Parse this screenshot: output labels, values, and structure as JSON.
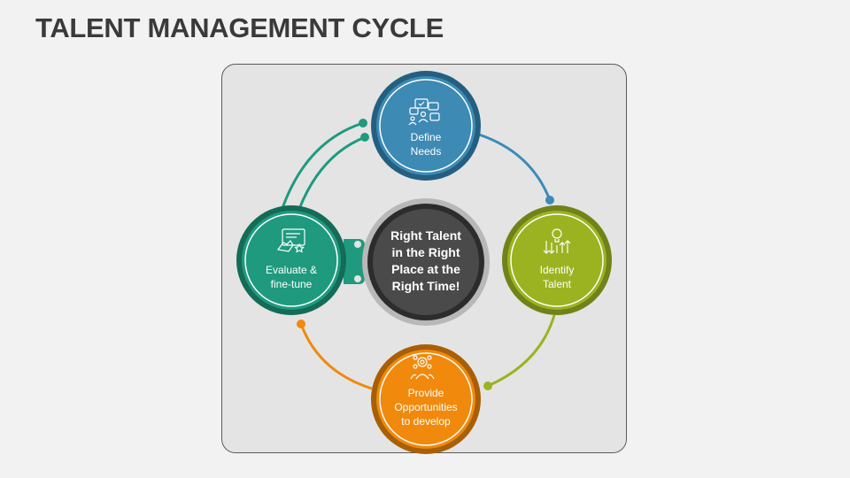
{
  "title": "TALENT MANAGEMENT CYCLE",
  "center": {
    "line1": "Right Talent",
    "line2": "in the Right",
    "line3": "Place at the",
    "line4": "Right Time!",
    "color": "#4a4a4a"
  },
  "nodes": [
    {
      "id": "define",
      "line1": "Define",
      "line2": "Needs",
      "color": "#3d8ab5",
      "icon": "chat-people-icon"
    },
    {
      "id": "identify",
      "line1": "Identify",
      "line2": "Talent",
      "color": "#9bb321",
      "icon": "lightbulb-arrows-icon"
    },
    {
      "id": "provide",
      "line1": "Provide",
      "line2": "Opportunities",
      "line3": "to develop",
      "color": "#f0890c",
      "icon": "people-network-icon"
    },
    {
      "id": "evaluate",
      "line1": "Evaluate &",
      "line2": "fine-tune",
      "color": "#1f9a7e",
      "icon": "hand-screen-icon"
    }
  ]
}
